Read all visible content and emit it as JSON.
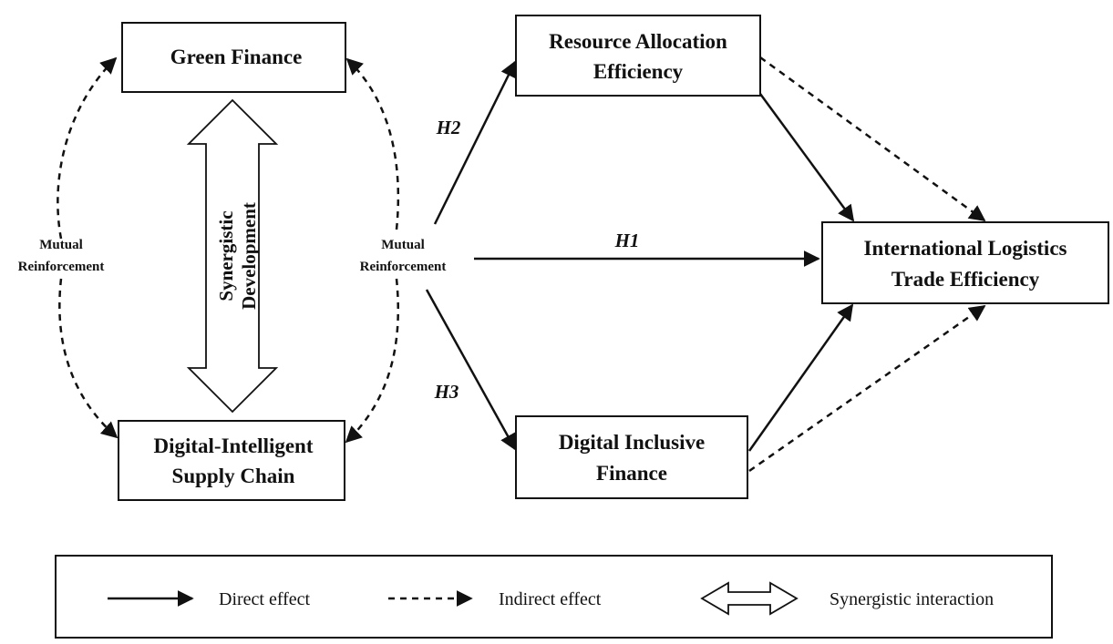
{
  "nodes": {
    "green_finance": "Green Finance",
    "digital_supply_chain": [
      "Digital-Intelligent",
      "Supply Chain"
    ],
    "resource_allocation": [
      "Resource Allocation",
      "Efficiency"
    ],
    "digital_inclusive": [
      "Digital Inclusive",
      "Finance"
    ],
    "international_logistics": [
      "International Logistics",
      "Trade Efficiency"
    ]
  },
  "labels": {
    "synergistic_development": [
      "Synergistic",
      "Development"
    ],
    "mutual_reinforcement_left": [
      "Mutual",
      "Reinforcement"
    ],
    "mutual_reinforcement_center": [
      "Mutual",
      "Reinforcement"
    ],
    "h1": "H1",
    "h2": "H2",
    "h3": "H3"
  },
  "legend": {
    "direct": "Direct effect",
    "indirect": "Indirect effect",
    "synergistic": "Synergistic interaction"
  }
}
